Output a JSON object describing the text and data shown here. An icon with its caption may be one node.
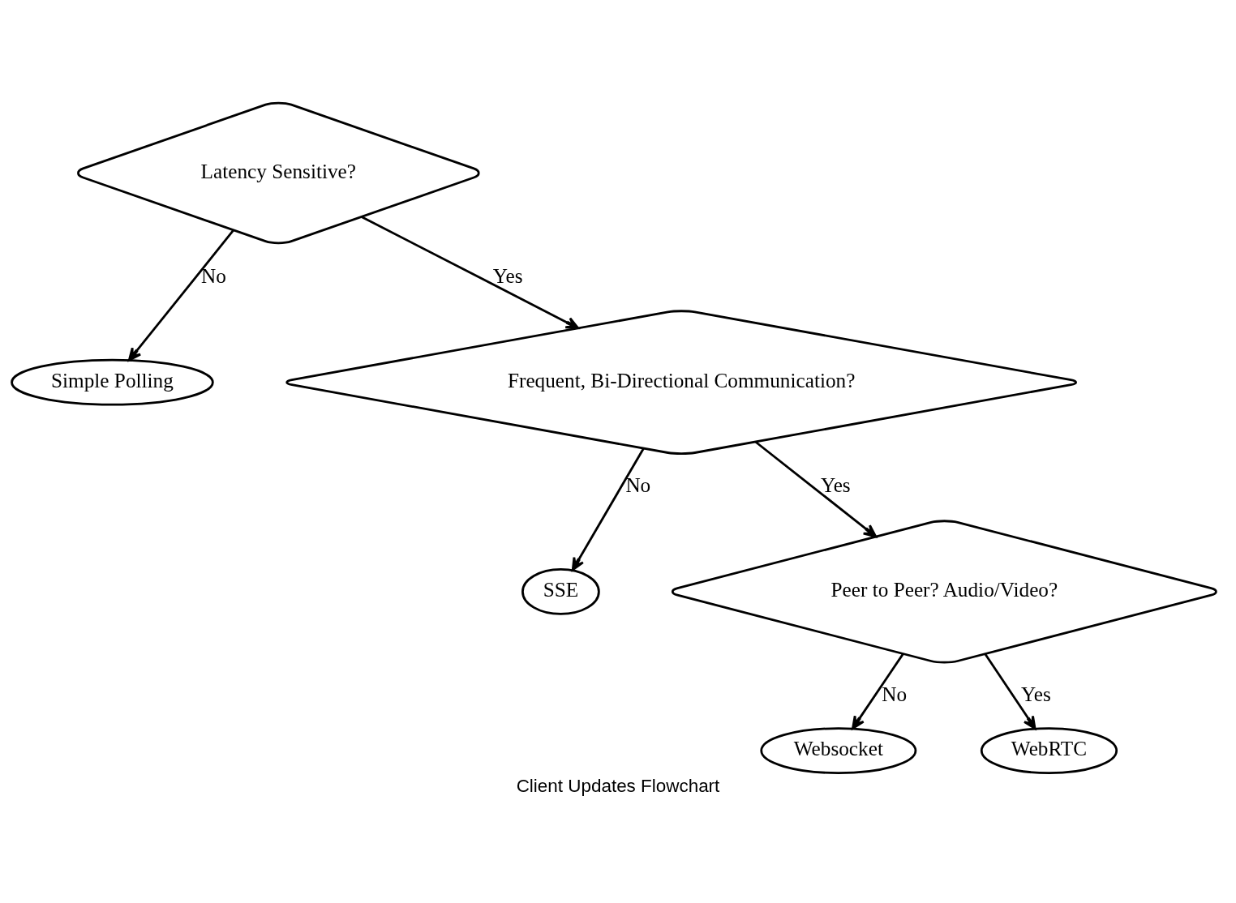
{
  "diagram": {
    "caption": "Client Updates Flowchart",
    "nodes": [
      {
        "text": [
          "Latency Sensitive?"
        ]
      },
      {
        "text": [
          "Simple Polling"
        ]
      },
      {
        "text": [
          "Frequent, Bi-Directional Communication?"
        ]
      },
      {
        "text": [
          "SSE"
        ]
      },
      {
        "text": [
          "Peer to Peer? Audio/Video?"
        ]
      },
      {
        "text": [
          "Websocket"
        ]
      },
      {
        "text": [
          "WebRTC"
        ]
      }
    ],
    "edges": [
      {
        "from": 0,
        "to": 2,
        "arrow": "to",
        "label": "Yes"
      },
      {
        "from": 0,
        "to": 1,
        "arrow": "to",
        "label": "No"
      },
      {
        "from": 2,
        "to": 4,
        "arrow": "to",
        "label": "Yes"
      },
      {
        "from": 2,
        "to": 3,
        "arrow": "to",
        "label": "No"
      },
      {
        "from": 4,
        "to": 5,
        "arrow": "to",
        "label": "No"
      },
      {
        "from": 4,
        "to": 6,
        "arrow": "to",
        "label": "Yes"
      }
    ]
  }
}
